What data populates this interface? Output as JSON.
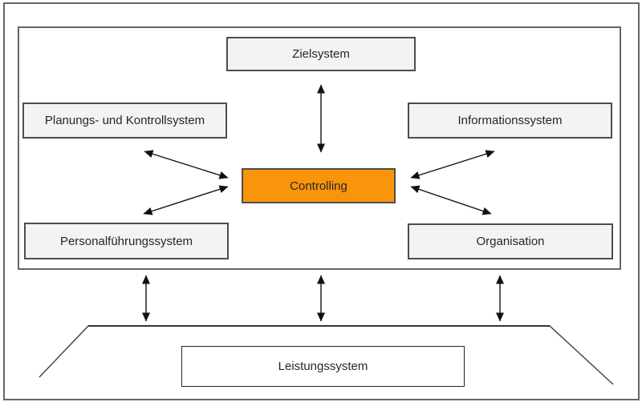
{
  "diagram": {
    "nodes": {
      "zielsystem": {
        "label": "Zielsystem"
      },
      "planungs_kontrollsystem": {
        "label": "Planungs- und Kontrollsystem"
      },
      "informationssystem": {
        "label": "Informationssystem"
      },
      "controlling": {
        "label": "Controlling"
      },
      "personalfuehrungssystem": {
        "label": "Personalführungssystem"
      },
      "organisation": {
        "label": "Organisation"
      },
      "leistungssystem": {
        "label": "Leistungssystem"
      }
    },
    "edges": [
      {
        "from": "Zielsystem",
        "to": "Controlling",
        "type": "bidirectional-arrow"
      },
      {
        "from": "Planungs- und Kontrollsystem",
        "to": "Controlling",
        "type": "bidirectional-arrow"
      },
      {
        "from": "Informationssystem",
        "to": "Controlling",
        "type": "bidirectional-arrow"
      },
      {
        "from": "Personalführungssystem",
        "to": "Controlling",
        "type": "bidirectional-arrow"
      },
      {
        "from": "Organisation",
        "to": "Controlling",
        "type": "bidirectional-arrow"
      },
      {
        "from": "inner-frame",
        "to": "Leistungssystem",
        "type": "bidirectional-arrow",
        "count": 3
      }
    ],
    "colors": {
      "accent-fill": "#FA940A",
      "accent-border": "#4D4D4D",
      "node-fill": "#F3F3F3",
      "node-border": "#4D4D4D",
      "frame-border": "#666666",
      "leistung-fill": "#FFFFFF",
      "leistung-border": "#262626",
      "arrow": "#111111",
      "text": "#262626"
    }
  }
}
